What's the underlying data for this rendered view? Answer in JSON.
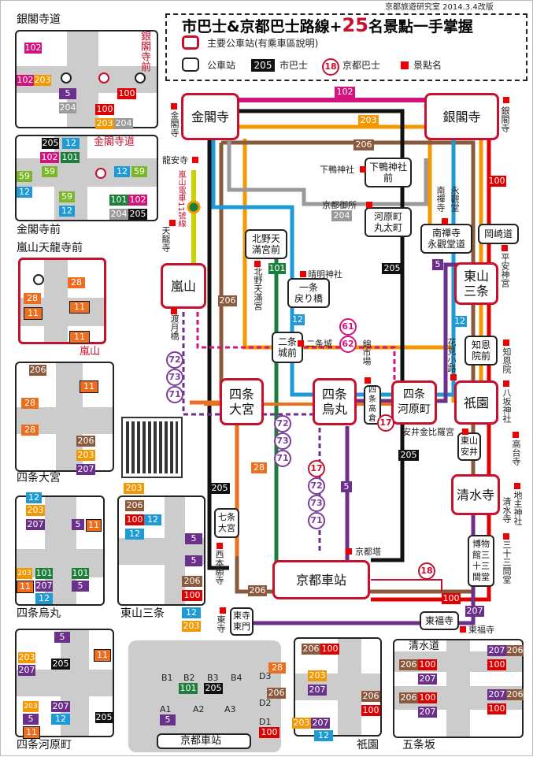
{
  "header": {
    "credit": "京都旅遊研究室 2014.3.4改版",
    "title_part1": "市巴士&京都巴士路線+",
    "title_num": "25",
    "title_part2": "名景點一手掌握",
    "legend_main_station": "主要公車站(有乘車區說明)",
    "legend_stop": "公車站",
    "legend_city_bus_num": "205",
    "legend_city_bus": "市巴士",
    "legend_kyoto_bus_num": "18",
    "legend_kyoto_bus": "京都巴士",
    "legend_sight": "景點名"
  },
  "colors": {
    "red": "#c8102e",
    "pink": "#d6127e",
    "orange": "#f39800",
    "brown": "#8b5a3c",
    "gray": "#9a9a9a",
    "blue": "#1e9bd7",
    "green": "#1b7f3a",
    "purple": "#6b2f8c",
    "black": "#111111",
    "lime": "#c8d400",
    "dkred": "#e00000"
  },
  "stations": {
    "kinkakuji": "金閣寺",
    "ginkakuji": "銀閣寺",
    "arashiyama": "嵐山",
    "higashiyama": "東山\n三条",
    "gion": "祇園",
    "kiyomizu": "清水寺",
    "shijo_omiya": "四条\n大宮",
    "shijo_karasuma": "四条\n烏丸",
    "shijo_kawaramachi": "四条\n河原町",
    "kyoto_station": "京都車站"
  },
  "stops": {
    "shimogamo": "下鴨神社\n前",
    "kawaramachi_marutamachi": "河原町\n丸太町",
    "nanzenji": "南禪寺\n永觀堂道",
    "okazaki": "岡崎道",
    "kitano": "北野天\n滿宮前",
    "ichijo": "一条\n戻り橋",
    "nijo": "二条\n城前",
    "chionin": "知恩\n院前",
    "shijo_takakura": "四条\n高倉",
    "higashiyama_yasui": "東山\n安井",
    "shichijo": "七条\n大宮",
    "hakubutsukan": "博物\n館三\n十三\n間堂",
    "toji": "東寺\n東門",
    "tofukuji": "東福寺"
  },
  "sights": {
    "kinkakuji": "金閣寺",
    "ryoanji": "龍安寺",
    "ginkakuji": "銀閣寺",
    "shimogamo": "下鴨神社",
    "gosho": "京都御所",
    "nanzen": "南禪寺",
    "eikan": "永觀堂",
    "tenryu": "天龍寺",
    "heian": "平安神宮",
    "seimei": "晴明神社",
    "kitano": "北野天滿宮",
    "nijo_castle": "二条城",
    "togetsu": "渡月橋",
    "nishiki": "錦市場",
    "hanami": "花見小路",
    "chionin": "知恩院",
    "yasaka": "八坂神社",
    "kodaiji": "高台寺",
    "kiyomizu": "清水寺",
    "jishu": "地主神社",
    "konpira": "安井金比羅宮",
    "honganji": "西本願寺",
    "tower": "京都塔",
    "sanjusan": "三十三間堂",
    "toji": "東寺",
    "tofuku": "東福寺",
    "randen": "嵐山電車11號線"
  },
  "route_badges": {
    "r102": "102",
    "r203": "203",
    "r206": "206",
    "r204": "204",
    "r205": "205",
    "r100": "100",
    "r101": "101",
    "r12": "12",
    "r5": "5",
    "r59": "59",
    "r28": "28",
    "r11": "11",
    "r207": "207",
    "r17": "17",
    "r61": "61",
    "r62": "62",
    "r71": "71",
    "r72": "72",
    "r73": "73",
    "r18": "18"
  },
  "insets": {
    "ginkakumichi": "銀閣寺道",
    "ginkakuji_mae": "銀閣寺前",
    "kinkakumichi": "金閣寺道",
    "kinkakuji_mae": "金閣寺前",
    "arashiyama_tenryuji": "嵐山天龍寺前",
    "arashiyama": "嵐山",
    "shijo_omiya": "四条大宮",
    "shijo_karasuma": "四条烏丸",
    "higashiyama_sanjo": "東山三条",
    "shijo_kawaramachi": "四条河原町",
    "kyoto_station": "京都車站",
    "gion": "祇園",
    "kiyomizumichi": "清水道",
    "gojozaka": "五条坂",
    "platforms": {
      "b1": "B1",
      "b2": "B2",
      "b3": "B3",
      "b4": "B4",
      "a1": "A1",
      "a2": "A2",
      "a3": "A3",
      "d1": "D1",
      "d2": "D2",
      "d3": "D3"
    }
  }
}
